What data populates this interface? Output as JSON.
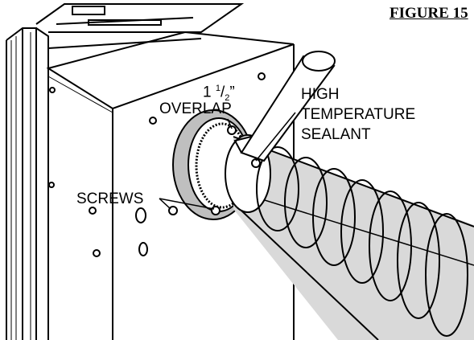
{
  "figure": {
    "label": "FIGURE 15"
  },
  "callouts": {
    "dimension_whole": "1",
    "dimension_num": "1",
    "dimension_den": "2",
    "dimension_unit": "”",
    "overlap": "OVERLAP",
    "high": "HIGH",
    "temperature": "TEMPERATURE",
    "sealant": "SEALANT",
    "screws": "SCREWS"
  },
  "colors": {
    "line": "#000000",
    "background": "#ffffff",
    "hose_shade": "#d9d9d9",
    "collar_shade": "#bfbfbf"
  }
}
